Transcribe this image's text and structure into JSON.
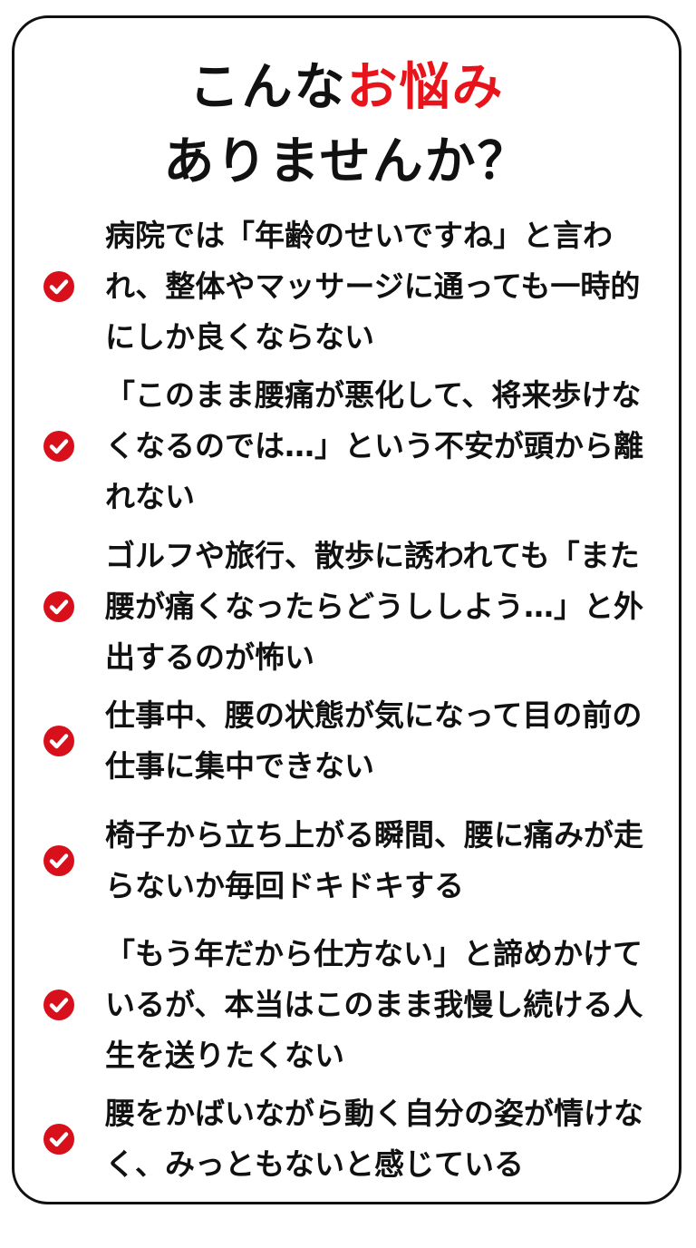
{
  "heading": {
    "line1_prefix": "こんな",
    "line1_accent": "お悩み",
    "line2": "ありませんか？",
    "accent_color": "#e8141b"
  },
  "icon": {
    "name": "check-circle-icon",
    "color": "#d8101c"
  },
  "items": [
    {
      "text": "病院では「年齢のせいですね」と言われ、整体やマッサージに通っても一時的にしか良くならない"
    },
    {
      "text": "「このまま腰痛が悪化して、将来歩けなくなるのでは…」という不安が頭から離れない"
    },
    {
      "text": "ゴルフや旅行、散歩に誘われても「また腰が痛くなったらどうししよう…」と外出するのが怖い"
    },
    {
      "text": "仕事中、腰の状態が気になって目の前の仕事に集中できない"
    },
    {
      "text": "椅子から立ち上がる瞬間、腰に痛みが走らないか毎回ドキドキする"
    },
    {
      "text": "「もう年だから仕方ない」と諦めかけているが、本当はこのまま我慢し続ける人生を送りたくない"
    },
    {
      "text": "腰をかばいながら動く自分の姿が情けなく、みっともないと感じている"
    }
  ]
}
